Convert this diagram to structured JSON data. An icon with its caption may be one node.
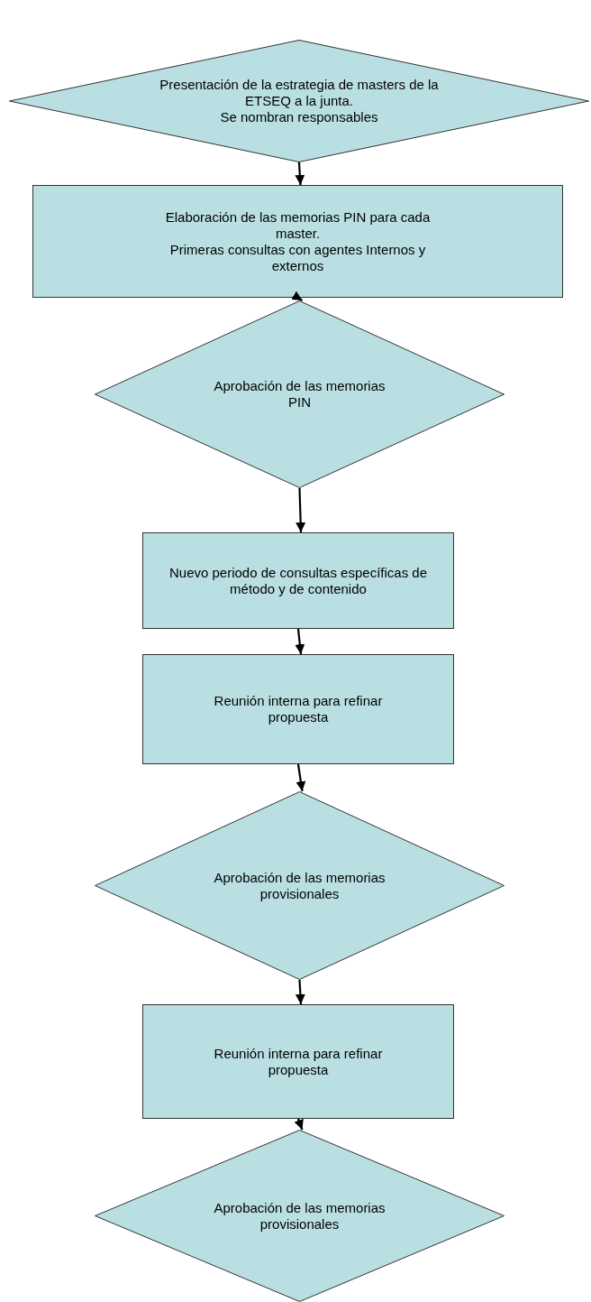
{
  "diagram": {
    "nodes": [
      {
        "text": [
          "Presentación de la estrategia de masters de la ETSEQ a la junta.",
          "Se nombran responsables"
        ]
      },
      {
        "text": [
          "Elaboración de las memorias PIN para cada master.",
          "Primeras consultas con agentes Internos y externos"
        ]
      },
      {
        "text": [
          "Aprobación de las memorias PIN"
        ]
      },
      {
        "text": [
          "Nuevo periodo de consultas específicas de método y de contenido"
        ]
      },
      {
        "text": [
          "Reunión interna para refinar propuesta"
        ]
      },
      {
        "text": [
          "Aprobación de las memorias provisionales"
        ]
      },
      {
        "text": [
          "Reunión interna para refinar propuesta"
        ]
      },
      {
        "text": [
          "Aprobación de las memorias provisionales"
        ]
      }
    ],
    "edges": [
      {
        "from": 0,
        "to": 1,
        "arrow": "to"
      },
      {
        "from": 1,
        "to": 2,
        "arrow": "to"
      },
      {
        "from": 2,
        "to": 3,
        "arrow": "to"
      },
      {
        "from": 3,
        "to": 4,
        "arrow": "to"
      },
      {
        "from": 4,
        "to": 5,
        "arrow": "to"
      },
      {
        "from": 5,
        "to": 6,
        "arrow": "to"
      },
      {
        "from": 6,
        "to": 7,
        "arrow": "to"
      }
    ]
  }
}
